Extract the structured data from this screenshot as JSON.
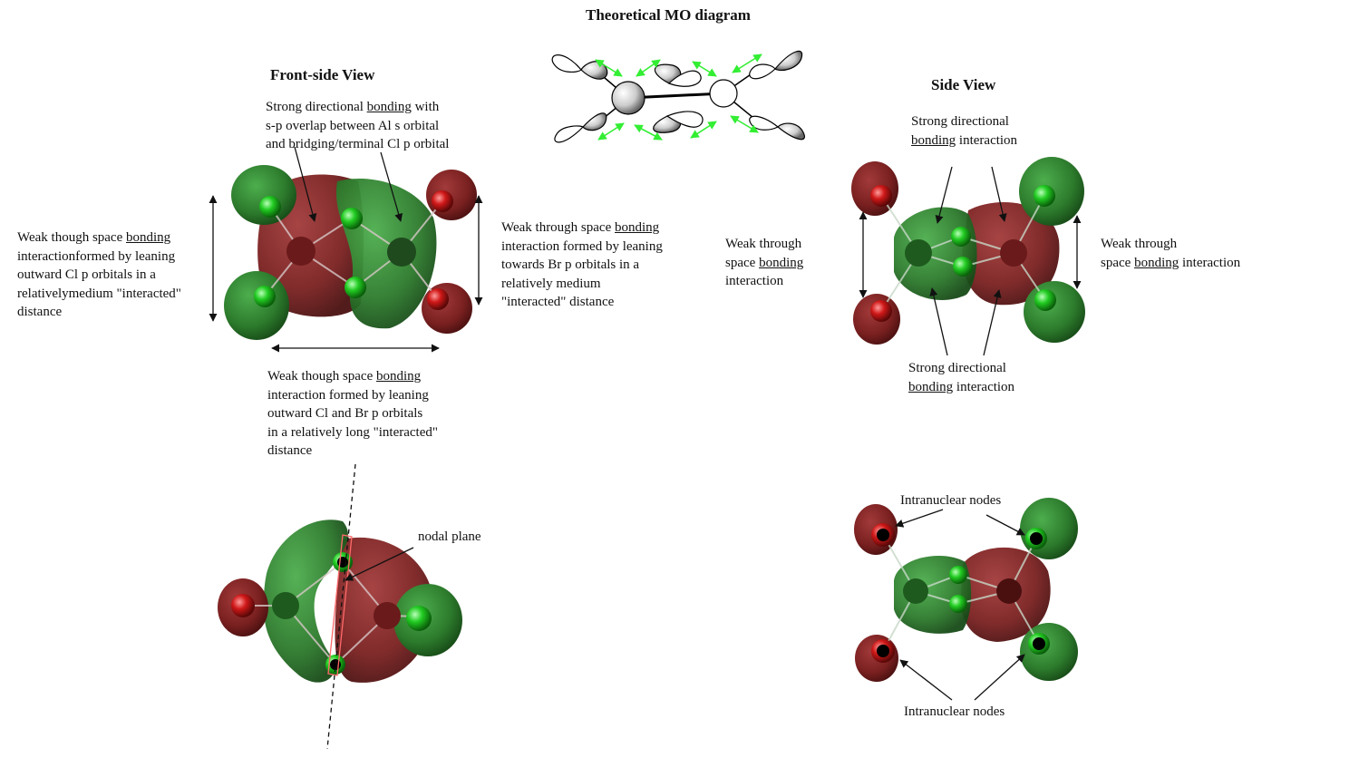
{
  "titles": {
    "main": "Theoretical MO diagram",
    "front": "Front-side View",
    "side": "Side View"
  },
  "front_notes": {
    "top": [
      {
        "pre": "Strong directional ",
        "u": "bonding",
        "post": " with"
      },
      {
        "pre": "s-p overlap between Al s orbital",
        "u": "",
        "post": ""
      },
      {
        "pre": "and bridging/terminal Cl p orbital",
        "u": "",
        "post": ""
      }
    ],
    "left": [
      {
        "pre": "Weak though space ",
        "u": "bonding",
        "post": ""
      },
      {
        "pre": "interactionformed by leaning",
        "u": "",
        "post": ""
      },
      {
        "pre": "outward Cl p orbitals in a",
        "u": "",
        "post": ""
      },
      {
        "pre": "relativelymedium \"interacted\"",
        "u": "",
        "post": ""
      },
      {
        "pre": "distance",
        "u": "",
        "post": ""
      }
    ],
    "right": [
      {
        "pre": "Weak through space ",
        "u": "bonding",
        "post": ""
      },
      {
        "pre": "interaction formed by  leaning",
        "u": "",
        "post": ""
      },
      {
        "pre": "towards Br p orbitals in a",
        "u": "",
        "post": ""
      },
      {
        "pre": "relatively medium",
        "u": "",
        "post": ""
      },
      {
        "pre": "\"interacted\" distance",
        "u": "",
        "post": ""
      }
    ],
    "bottom": [
      {
        "pre": "Weak though space ",
        "u": "bonding ",
        "post": ""
      },
      {
        "pre": "interaction formed by leaning",
        "u": "",
        "post": ""
      },
      {
        "pre": "outward Cl and Br p orbitals",
        "u": "",
        "post": ""
      },
      {
        "pre": "in a relatively long \"interacted\"",
        "u": "",
        "post": ""
      },
      {
        "pre": "distance",
        "u": "",
        "post": ""
      }
    ]
  },
  "side_notes": {
    "top": [
      {
        "pre": "Strong directional",
        "u": "",
        "post": ""
      },
      {
        "pre": "",
        "u": "bonding",
        "post": " interaction"
      }
    ],
    "left": [
      {
        "pre": "Weak through",
        "u": "",
        "post": ""
      },
      {
        "pre": "space ",
        "u": "bonding ",
        "post": ""
      },
      {
        "pre": "interaction",
        "u": "",
        "post": ""
      }
    ],
    "right": [
      {
        "pre": "Weak through",
        "u": "",
        "post": ""
      },
      {
        "pre": "space ",
        "u": "bonding",
        "post": " interaction"
      }
    ],
    "bottom": [
      {
        "pre": "Strong directional",
        "u": "",
        "post": ""
      },
      {
        "pre": "",
        "u": "bonding",
        "post": " interaction"
      }
    ]
  },
  "lower_labels": {
    "nodal_plane": "nodal plane",
    "nodes_top": "Intranuclear nodes",
    "nodes_bottom": "Intranuclear nodes"
  },
  "colors": {
    "positive_lobe": "#2e7d2e",
    "negative_lobe": "#7a1f1f",
    "atom_green": "#1ed21e",
    "atom_red": "#d01818",
    "arrow_green": "#33ee33"
  }
}
